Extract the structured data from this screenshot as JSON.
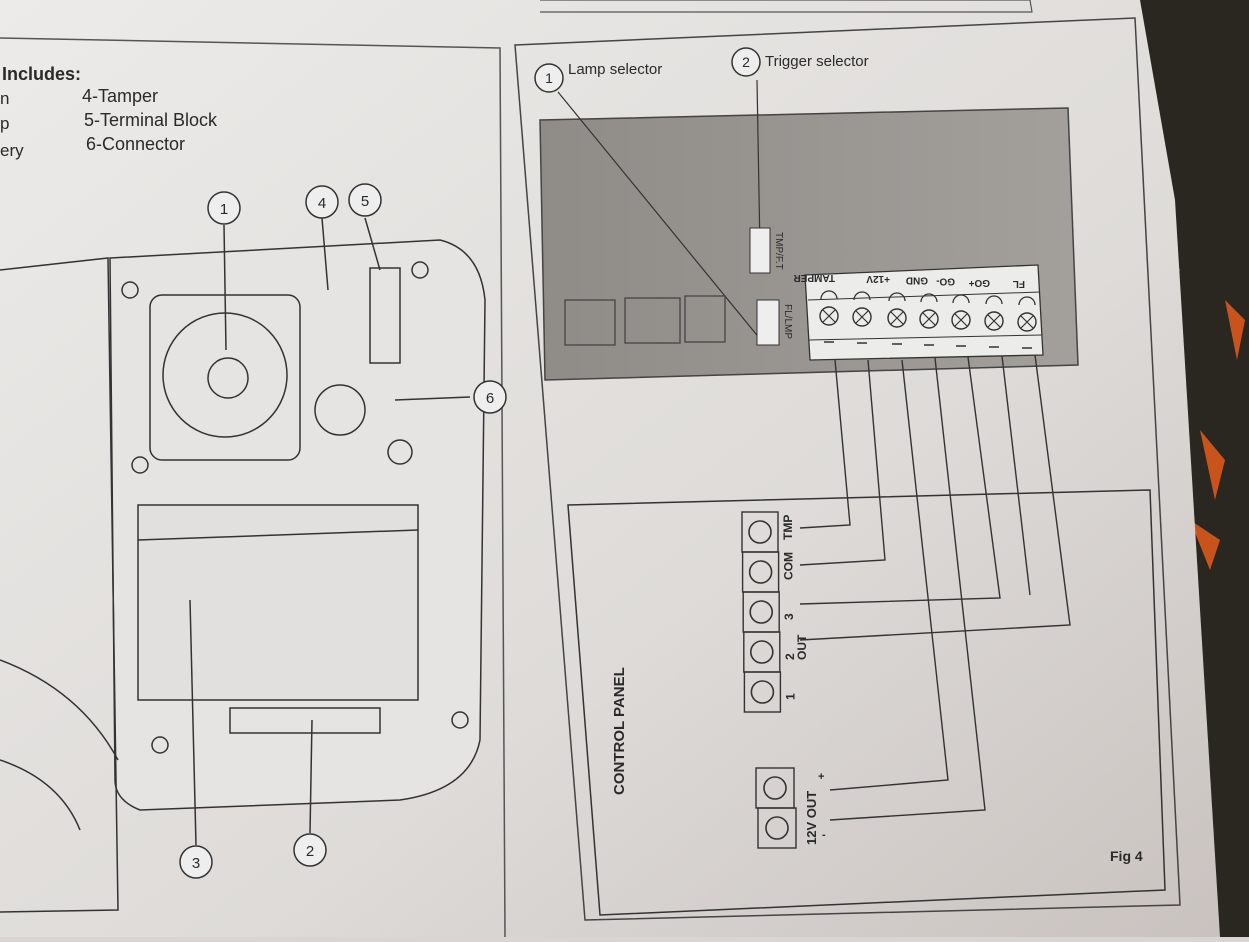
{
  "left_panel": {
    "heading": "Includes:",
    "partial_items": [
      "n",
      "p",
      "ery"
    ],
    "items": [
      "4-Tamper",
      "5-Terminal Block",
      "6-Connector"
    ],
    "callouts": [
      "1",
      "2",
      "3",
      "4",
      "5",
      "6"
    ]
  },
  "right_panel": {
    "callouts": [
      {
        "number": "1",
        "label": "Lamp selector"
      },
      {
        "number": "2",
        "label": "Trigger selector"
      }
    ],
    "jumper_labels": [
      "TMP/F.T",
      "FL/LMP"
    ],
    "siren_terminals": [
      "FL",
      "GO+",
      "GO-",
      "GND",
      "+12V",
      "TAMPER"
    ],
    "control_panel": {
      "title": "CONTROL PANEL",
      "terminals": [
        "TMP",
        "COM",
        "3",
        "2\nOUT",
        "1"
      ],
      "power_terminal": "12V OUT",
      "power_signs": [
        "+",
        "-"
      ]
    },
    "figure_label": "Fig 4"
  }
}
